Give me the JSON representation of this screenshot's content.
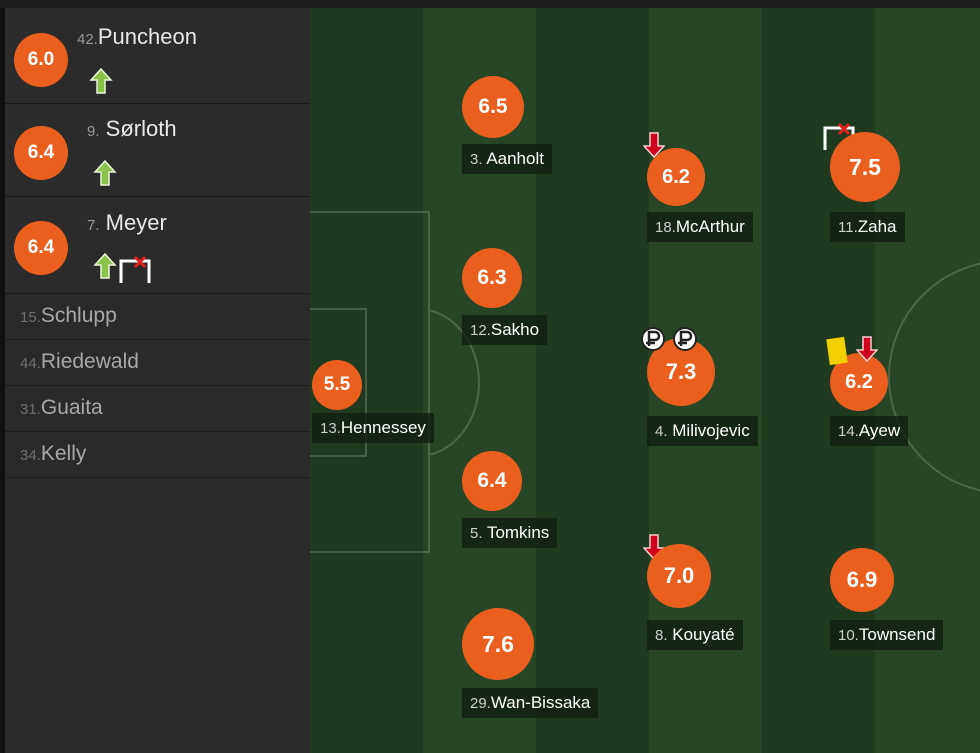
{
  "substitutes": [
    {
      "rating": "6.0",
      "number": "42.",
      "name": "Puncheon"
    },
    {
      "rating": "6.4",
      "number": "9.",
      "name": "Sørloth"
    },
    {
      "rating": "6.4",
      "number": "7.",
      "name": "Meyer"
    }
  ],
  "bench": [
    {
      "number": "15.",
      "name": "Schlupp"
    },
    {
      "number": "44.",
      "name": "Riedewald"
    },
    {
      "number": "31.",
      "name": "Guaita"
    },
    {
      "number": "34.",
      "name": "Kelly"
    }
  ],
  "players": [
    {
      "rating": "5.5",
      "number": "13.",
      "name": "Hennessey"
    },
    {
      "rating": "6.5",
      "number": "3.",
      "name": "Aanholt"
    },
    {
      "rating": "6.3",
      "number": "12.",
      "name": "Sakho"
    },
    {
      "rating": "6.4",
      "number": "5.",
      "name": "Tomkins"
    },
    {
      "rating": "7.6",
      "number": "29.",
      "name": "Wan-Bissaka"
    },
    {
      "rating": "6.2",
      "number": "18.",
      "name": "McArthur"
    },
    {
      "rating": "7.3",
      "number": "4.",
      "name": "Milivojevic"
    },
    {
      "rating": "7.0",
      "number": "8.",
      "name": "Kouyaté"
    },
    {
      "rating": "7.5",
      "number": "11.",
      "name": "Zaha"
    },
    {
      "rating": "6.2",
      "number": "14.",
      "name": "Ayew"
    },
    {
      "rating": "6.9",
      "number": "10.",
      "name": "Townsend"
    }
  ],
  "colors": {
    "rating_badge": "#ea5f1e",
    "sub_in_arrow": "#8bc34a",
    "sub_out_arrow": "#d0021b",
    "yellow_card": "#f5d000"
  },
  "icons": [
    "sub-in-arrow-icon",
    "sub-out-arrow-icon",
    "missed-goal-icon",
    "penalty-icon",
    "yellow-card-icon"
  ]
}
